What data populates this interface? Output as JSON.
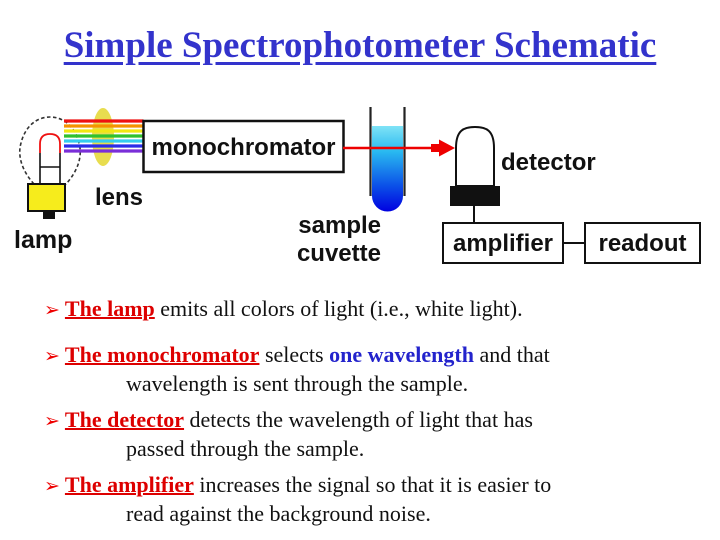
{
  "slide": {
    "title": "Simple Spectrophotometer Schematic"
  },
  "diagram": {
    "labels": {
      "lamp": "lamp",
      "lens": "lens",
      "monochromator": "monochromator",
      "sample_line1": "sample",
      "sample_line2": "cuvette",
      "detector": "detector",
      "amplifier": "amplifier",
      "readout": "readout"
    },
    "ray_colors": [
      "#EE1111",
      "#F59300",
      "#F0E713",
      "#2FC12F",
      "#35CDEE",
      "#2B2BE8",
      "#7A2ED8"
    ],
    "colors": {
      "title_blue": "#3333CC",
      "lamp_base_yellow": "#F6EC1C",
      "lens_yellow": "#E8DD4F",
      "beam_red": "#EE0000",
      "filament_red": "#EE1111",
      "liquid_top": "#7FE3F6",
      "liquid_mid": "#29B9F0",
      "liquid_low": "#0B50E8",
      "liquid_bottom": "#0000E0"
    }
  },
  "bullets": [
    {
      "marker": "➢",
      "lead": "The lamp",
      "tail": " emits all colors of light (i.e., white light).",
      "line2": ""
    },
    {
      "marker": "➢",
      "lead": "The monochromator",
      "mid": " selects ",
      "highlight": "one wavelength",
      "tail": " and that",
      "line2": "wavelength is sent through the sample."
    },
    {
      "marker": "➢",
      "lead": "The detector",
      "tail": " detects the wavelength of light that has",
      "line2": "passed through the sample."
    },
    {
      "marker": "➢",
      "lead": "The amplifier",
      "tail": " increases the signal so that it is easier to",
      "line2": "read against the background noise."
    }
  ]
}
